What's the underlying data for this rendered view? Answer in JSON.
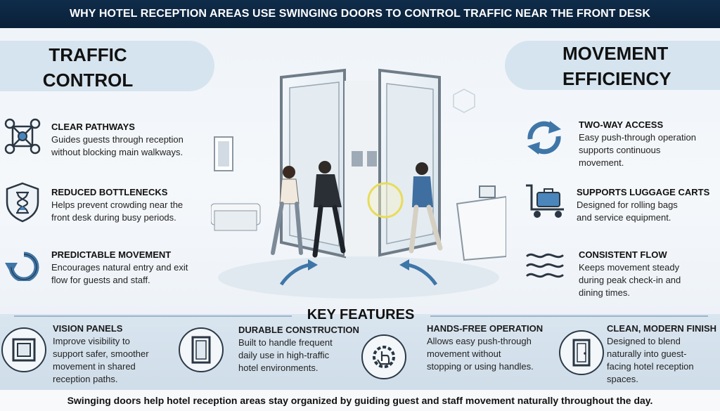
{
  "header": {
    "title": "WHY HOTEL RECEPTION AREAS USE SWINGING DOORS TO CONTROL TRAFFIC NEAR THE FRONT DESK"
  },
  "left_section": {
    "title_line1": "TRAFFIC",
    "title_line2": "CONTROL",
    "items": [
      {
        "icon": "network-nodes-icon",
        "title": "CLEAR PATHWAYS",
        "desc_line1": "Guides guests through reception",
        "desc_line2": "without blocking main walkways."
      },
      {
        "icon": "hourglass-shield-icon",
        "title": "REDUCED BOTTLENECKS",
        "desc_line1": "Helps prevent crowding near the",
        "desc_line2": "front desk during busy periods."
      },
      {
        "icon": "circular-arrow-icon",
        "title": "PREDICTABLE MOVEMENT",
        "desc_line1": "Encourages natural entry and exit",
        "desc_line2": "flow for guests and staff."
      }
    ]
  },
  "right_section": {
    "title_line1": "MOVEMENT",
    "title_line2": "EFFICIENCY",
    "items": [
      {
        "icon": "two-way-arrows-icon",
        "title": "TWO-WAY ACCESS",
        "desc_line1": "Easy push-through operation",
        "desc_line2": "supports continuous",
        "desc_line3": "movement."
      },
      {
        "icon": "luggage-cart-icon",
        "title": "SUPPORTS LUGGAGE CARTS",
        "desc_line1": "Designed for rolling bags",
        "desc_line2": "and service equipment."
      },
      {
        "icon": "wave-flow-icon",
        "title": "CONSISTENT FLOW",
        "desc_line1": "Keeps movement steady",
        "desc_line2": "during peak check-in and",
        "desc_line3": "dining times."
      }
    ]
  },
  "key_features": {
    "title": "KEY FEATURES",
    "items": [
      {
        "icon": "vision-panel-icon",
        "title": "VISION PANELS",
        "desc_line1": "Improve visibility to",
        "desc_line2": "support safer, smoother",
        "desc_line3": "movement in shared",
        "desc_line4": "reception paths."
      },
      {
        "icon": "door-panel-icon",
        "title": "DURABLE CONSTRUCTION",
        "desc_line1": "Built to handle frequent",
        "desc_line2": "daily use in high-traffic",
        "desc_line3": "hotel environments."
      },
      {
        "icon": "hand-gear-icon",
        "title": "HANDS-FREE OPERATION",
        "desc_line1": "Allows easy push-through",
        "desc_line2": "movement without",
        "desc_line3": "stopping or using handles."
      },
      {
        "icon": "modern-door-icon",
        "title": "CLEAN, MODERN FINISH",
        "desc_line1": "Designed to blend",
        "desc_line2": "naturally into guest-",
        "desc_line3": "facing hotel reception",
        "desc_line4": "spaces."
      }
    ]
  },
  "footer": {
    "text": "Swinging doors help hotel reception areas stay organized by guiding guest and staff movement naturally throughout the day."
  },
  "colors": {
    "banner": "#0f2c4a",
    "accent": "#3f76a8",
    "pill": "#d6e4ef"
  }
}
